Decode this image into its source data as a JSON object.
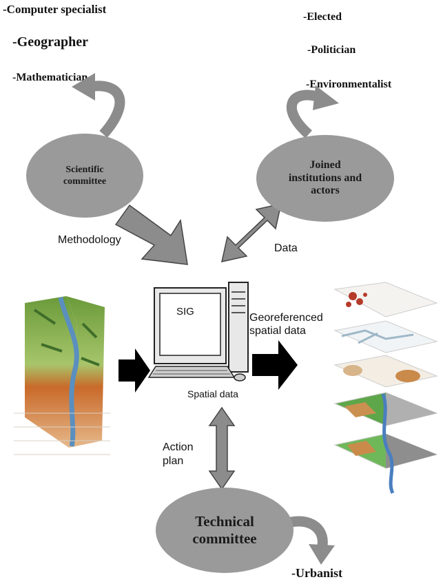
{
  "scientific_roles": [
    "-Computer specialist",
    "-Geographer",
    "-Mathematician"
  ],
  "institution_roles": [
    "-Elected",
    "-Politician",
    "-Environmentalist"
  ],
  "technical_roles": [
    "-Urbanist"
  ],
  "nodes": {
    "scientific": "Scientific committee",
    "joined": "Joined institutions and actors",
    "technical": "Technical committee"
  },
  "computer_screen_label": "SIG",
  "edge_labels": {
    "methodology": "Methodology",
    "data": "Data",
    "georeferenced": "Georeferenced spatial data",
    "spatial": "Spatial data",
    "action_plan": "Action plan"
  },
  "colors": {
    "ellipse": "#9a9a9a",
    "arrow": "#8c8c8c",
    "arrow_dark": "#000000"
  }
}
